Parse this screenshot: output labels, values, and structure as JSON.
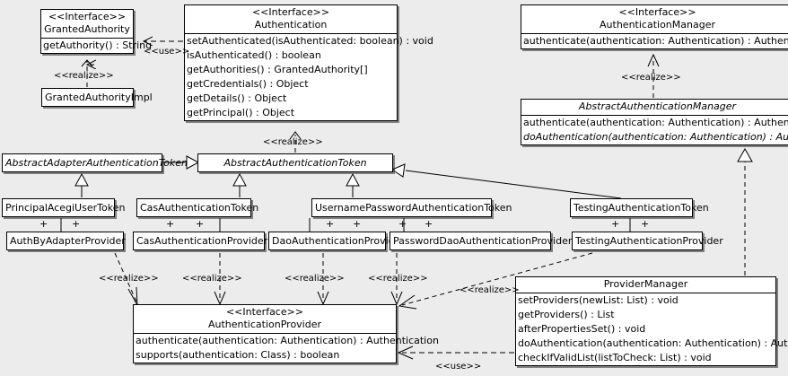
{
  "diagram": {
    "type": "uml-class-diagram",
    "background_color": "#ececec",
    "class_fill_color": "#ffffff",
    "line_color": "#000000"
  },
  "stereotypes": {
    "interface": "<<Interface>>",
    "realize": "<<realize>>",
    "use": "<<use>>",
    "plus": "+"
  },
  "classes": {
    "granted_authority": {
      "stereotype": "<<Interface>>",
      "name": "GrantedAuthority",
      "methods": [
        "getAuthority() : String"
      ]
    },
    "granted_authority_impl": {
      "name": "GrantedAuthorityImpl"
    },
    "authentication": {
      "stereotype": "<<Interface>>",
      "name": "Authentication",
      "methods": [
        "setAuthenticated(isAuthenticated: boolean) : void",
        "isAuthenticated() : boolean",
        "getAuthorities() : GrantedAuthority[]",
        "getCredentials() : Object",
        "getDetails() : Object",
        "getPrincipal() : Object"
      ]
    },
    "authentication_manager": {
      "stereotype": "<<Interface>>",
      "name": "AuthenticationManager",
      "methods": [
        "authenticate(authentication: Authentication) : Authentication"
      ]
    },
    "abstract_authentication_manager": {
      "name": "AbstractAuthenticationManager",
      "methods": [
        "authenticate(authentication: Authentication) : Authentication",
        "doAuthentication(authentication: Authentication) : Authentication"
      ]
    },
    "abstract_adapter_authentication_token": {
      "name": "AbstractAdapterAuthenticationToken"
    },
    "abstract_authentication_token": {
      "name": "AbstractAuthenticationToken"
    },
    "principal_acegi_user_token": {
      "name": "PrincipalAcegiUserToken"
    },
    "cas_authentication_token": {
      "name": "CasAuthenticationToken"
    },
    "username_password_authentication_token": {
      "name": "UsernamePasswordAuthenticationToken"
    },
    "testing_authentication_token": {
      "name": "TestingAuthenticationToken"
    },
    "auth_by_adapter_provider": {
      "name": "AuthByAdapterProvider"
    },
    "cas_authentication_provider": {
      "name": "CasAuthenticationProvider"
    },
    "dao_authentication_provider": {
      "name": "DaoAuthenticationProvider"
    },
    "password_dao_authentication_provider": {
      "name": "PasswordDaoAuthenticationProvider"
    },
    "testing_authentication_provider": {
      "name": "TestingAuthenticationProvider"
    },
    "authentication_provider": {
      "stereotype": "<<Interface>>",
      "name": "AuthenticationProvider",
      "methods": [
        "authenticate(authentication: Authentication) : Authentication",
        "supports(authentication: Class) : boolean"
      ]
    },
    "provider_manager": {
      "name": "ProviderManager",
      "methods": [
        "setProviders(newList: List) : void",
        "getProviders() : List",
        "afterPropertiesSet() : void",
        "doAuthentication(authentication: Authentication) : Authentication",
        "checkIfValidList(listToCheck: List) : void"
      ]
    }
  },
  "edge_labels": {
    "use_authentication_grantedauthority": "<<use>>",
    "realize_grantedauthorityimpl": "<<realize>>",
    "realize_abstractauthenticationtoken": "<<realize>>",
    "realize_abstractauthenticationmanager": "<<realize>>",
    "realize_authbyadapterprovider": "<<realize>>",
    "realize_casauthenticationprovider": "<<realize>>",
    "realize_daoauthenticationprovider": "<<realize>>",
    "realize_passworddaoauthenticationprovider": "<<realize>>",
    "realize_providermanager": "<<realize>>",
    "use_providermanager_authenticationprovider": "<<use>>"
  }
}
